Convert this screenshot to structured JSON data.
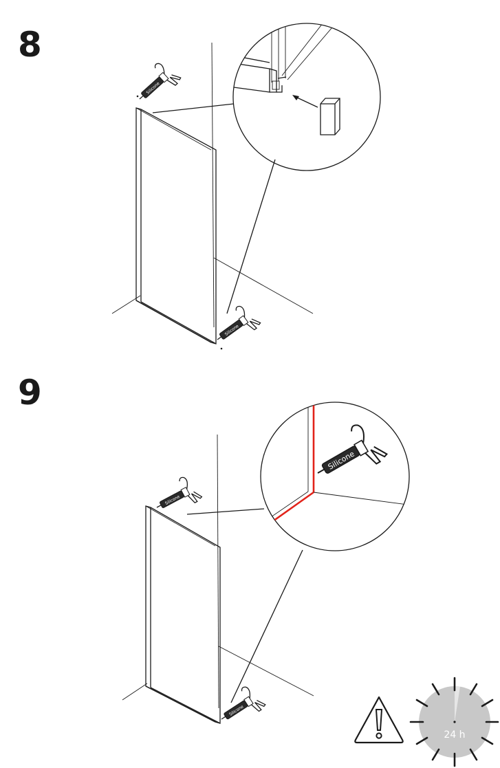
{
  "steps": [
    {
      "number": "8"
    },
    {
      "number": "9"
    }
  ],
  "tube_label": "Silicone",
  "cure_time": "24 h",
  "icons": [
    "silicone-gun-icon",
    "warning-icon",
    "clock-icon"
  ],
  "colors": {
    "line": "#1a1a1a",
    "silicone_bead": "#e2231a",
    "clock_fill": "#c8c8c8"
  }
}
